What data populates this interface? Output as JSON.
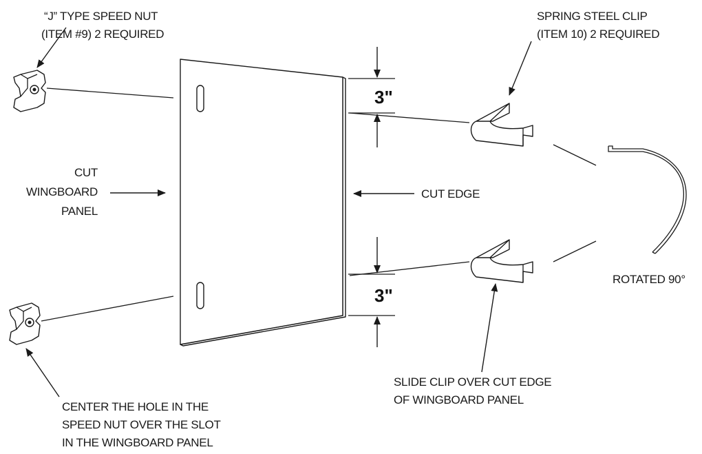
{
  "labels": {
    "speed_nut_line1": "“J” TYPE SPEED NUT",
    "speed_nut_line2": "(ITEM #9) 2 REQUIRED",
    "spring_clip_line1": "SPRING STEEL CLIP",
    "spring_clip_line2": "(ITEM 10) 2 REQUIRED",
    "panel_line1": "CUT",
    "panel_line2": "WINGBOARD",
    "panel_line3": "PANEL",
    "cut_edge": "CUT EDGE",
    "rotated": "ROTATED 90°",
    "slide_line1": "SLIDE CLIP OVER CUT EDGE",
    "slide_line2": "OF WINGBOARD PANEL",
    "center_line1": "CENTER THE HOLE IN THE",
    "center_line2": "SPEED NUT OVER THE SLOT",
    "center_line3": "IN THE WINGBOARD PANEL"
  },
  "dimensions": {
    "top": "3\"",
    "bottom": "3\""
  },
  "colors": {
    "line": "#1a1a1a",
    "background": "#ffffff"
  }
}
